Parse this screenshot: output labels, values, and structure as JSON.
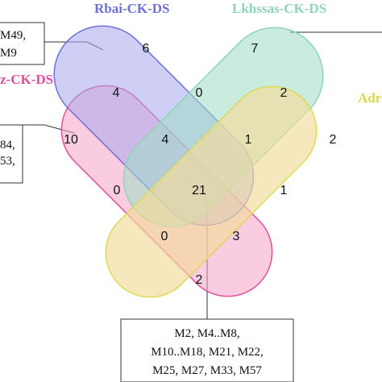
{
  "sets": [
    {
      "label": "Rbai-CK-DS",
      "color": "#6f6fd8",
      "fill": "#a8a8ee"
    },
    {
      "label": "Lkhssas-CK-DS",
      "color": "#8fd4b8",
      "fill": "#9edcc4"
    },
    {
      "label": "z-CK-DS",
      "color": "#e0509a",
      "fill": "#f5a3c7"
    },
    {
      "label": "Adr",
      "color": "#d8d84a",
      "fill": "#eeee9c"
    }
  ],
  "counts": [
    {
      "id": "rbai-only",
      "value": "6"
    },
    {
      "id": "lkhssas-only",
      "value": "7"
    },
    {
      "id": "z-only",
      "value": "10"
    },
    {
      "id": "adr-only",
      "value": "2"
    },
    {
      "id": "rbai-z",
      "value": "4"
    },
    {
      "id": "rbai-lkhssas",
      "value": "0"
    },
    {
      "id": "lkhssas-adr",
      "value": "2"
    },
    {
      "id": "rbai-lkhssas-z",
      "value": "4"
    },
    {
      "id": "rbai-lkhssas-adr",
      "value": "1"
    },
    {
      "id": "lkhssas-z",
      "value": "0"
    },
    {
      "id": "all-four",
      "value": "21"
    },
    {
      "id": "rbai-adr",
      "value": "1"
    },
    {
      "id": "lkhssas-z-adr",
      "value": "0"
    },
    {
      "id": "rbai-z-adr",
      "value": "3"
    },
    {
      "id": "z-adr",
      "value": "2"
    }
  ],
  "notes": {
    "top_left": [
      "M49,",
      "M9"
    ],
    "mid_left": [
      "84,",
      "53,"
    ],
    "bottom": [
      "M2, M4..M8,",
      "M10..M18,  M21, M22,",
      "M25, M27, M33, M57"
    ]
  }
}
